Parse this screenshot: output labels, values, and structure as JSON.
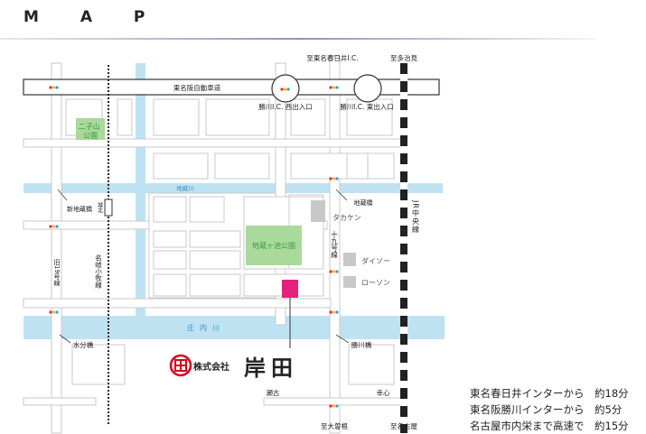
{
  "page": {
    "title": "M A P"
  },
  "labels": {
    "to_kasugai": "至東名春日井I.C.",
    "to_tajimi": "至多治見",
    "tomei": "東名阪自動車道",
    "west_entrance": "勝川I.C. 西出入口",
    "east_entrance": "勝川I.C. 東出入口",
    "futagoyama": "二子山公園",
    "jizokawa": "地蔵川",
    "jizobashi": "地蔵橋",
    "shinjizobashi": "新地蔵橋",
    "jr_chuo": "JR中央線",
    "joho": "城北",
    "kyu19": "旧19号線",
    "meigi": "名岐小牧線",
    "takaken": "タカケン",
    "route19": "十九号線",
    "jizogaike": "地蔵ヶ池公園",
    "daiso": "ダイソー",
    "lawson": "ローソン",
    "shonai": "庄内川",
    "mizubun": "水分橋",
    "kachigawabashi": "勝川橋",
    "company": "株式会社",
    "kishida": "岸田",
    "seto": "瀬古",
    "koshin": "幸心",
    "to_oson": "至大曽根",
    "to_nagoya": "至名古屋"
  },
  "access": [
    "東名春日井インターから　約18分",
    "東名阪勝川インターから　約5分",
    "名古屋市内栄まで高速で　約15分"
  ],
  "colors": {
    "road_edge": "#c8c8c8",
    "river": "#bfe2f2",
    "park": "#a9d99b",
    "park_text": "#3a9a3a",
    "store": "#c8c8c8",
    "target": "#e6207a",
    "logo": "#d6001c",
    "river_text": "#3b8fc4"
  }
}
